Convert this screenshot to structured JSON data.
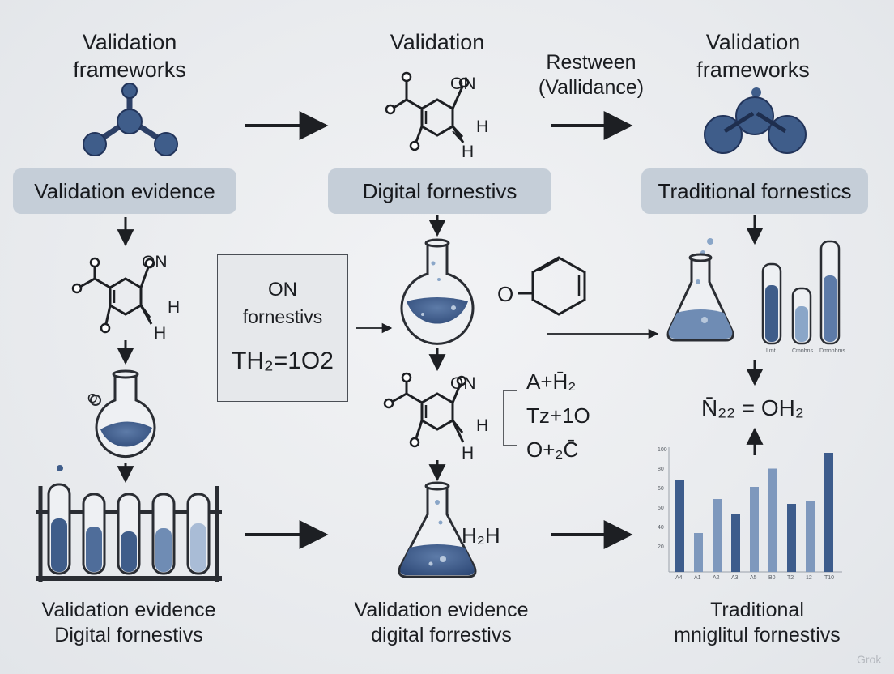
{
  "columns": {
    "left": {
      "title": "Validation\nframeworks",
      "pill": "Validation evidence",
      "footer": "Validation evidence\nDigital fornestivs"
    },
    "middle": {
      "title": "Validation",
      "pill": "Digital fornestivs",
      "footer": "Validation evidence\ndigital forrestivs"
    },
    "right": {
      "title": "Validation\nframeworks",
      "pill": "Traditional fornestics",
      "footer": "Traditional\nmniglitul fornestivs"
    }
  },
  "between_label": "Restween\n(Vallidance)",
  "molecule_labels": {
    "on": "ON",
    "h": "H",
    "o": "O"
  },
  "box": {
    "line1": "ON",
    "line2": "fornestivs",
    "equation": "TH₂=1O2"
  },
  "reactions": {
    "line1": "A+H̄₂",
    "line2": "Tz+1O",
    "line3": "O+₂C̄"
  },
  "flask_label": "H₂H",
  "flask_left_label": "O",
  "result_equation": "N̄₂₂ = OH₂",
  "tube_labels": [
    "Lmt",
    "Cmnbns",
    "Dmnnbms"
  ],
  "bar_chart": {
    "y_ticks": [
      "100",
      "80",
      "60",
      "50",
      "40",
      "20"
    ],
    "x_ticks": [
      "A4",
      "A1",
      "A2",
      "A3",
      "A5",
      "B0",
      "T2",
      "12",
      "T10"
    ],
    "values": [
      76,
      32,
      60,
      48,
      70,
      85,
      56,
      58,
      98
    ],
    "colors": [
      "#3d5c8c",
      "#7e98bd",
      "#7e98bd",
      "#3d5c8c",
      "#7e98bd",
      "#7e98bd",
      "#3d5c8c",
      "#7e98bd",
      "#3d5c8c"
    ]
  },
  "accent_colors": {
    "dark_blue": "#3f5d8a",
    "light_blue": "#8aa6c8",
    "pill_bg": "#c5ced8",
    "line": "#222428"
  },
  "watermark": "Grok"
}
